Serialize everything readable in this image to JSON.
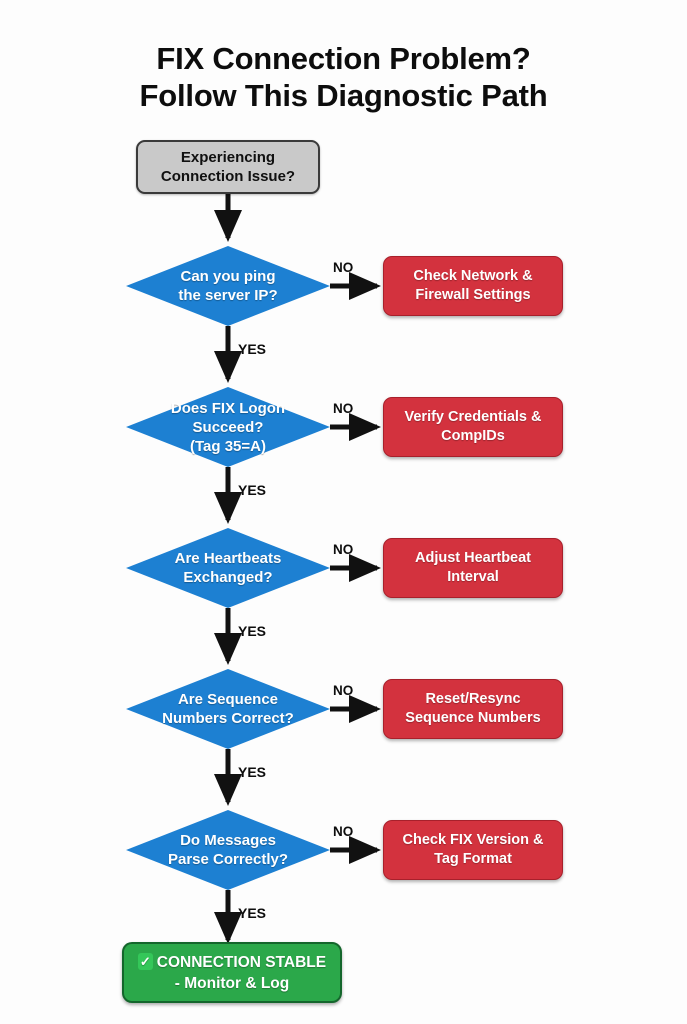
{
  "title": {
    "line1": "FIX Connection Problem?",
    "line2": "Follow This Diagnostic Path"
  },
  "flow": {
    "start": {
      "label": "Experiencing\nConnection Issue?",
      "line1": "Experiencing",
      "line2": "Connection Issue?",
      "shape": "rounded-rectangle",
      "color": "#c9c9c9"
    },
    "steps": [
      {
        "id": "ping",
        "question_line1": "Can you ping",
        "question_line2": "the server IP?",
        "question_line3": "",
        "no_label": "NO",
        "yes_label": "YES",
        "action_line1": "Check Network &",
        "action_line2": "Firewall Settings"
      },
      {
        "id": "logon",
        "question_line1": "Does FIX Logon",
        "question_line2": "Succeed?",
        "question_line3": "(Tag 35=A)",
        "no_label": "NO",
        "yes_label": "YES",
        "action_line1": "Verify Credentials &",
        "action_line2": "CompIDs"
      },
      {
        "id": "heartbeats",
        "question_line1": "Are Heartbeats",
        "question_line2": "Exchanged?",
        "question_line3": "",
        "no_label": "NO",
        "yes_label": "YES",
        "action_line1": "Adjust Heartbeat",
        "action_line2": "Interval"
      },
      {
        "id": "sequence",
        "question_line1": "Are Sequence",
        "question_line2": "Numbers Correct?",
        "question_line3": "",
        "no_label": "NO",
        "yes_label": "YES",
        "action_line1": "Reset/Resync",
        "action_line2": "Sequence Numbers"
      },
      {
        "id": "parse",
        "question_line1": "Do Messages",
        "question_line2": "Parse Correctly?",
        "question_line3": "",
        "no_label": "NO",
        "yes_label": "YES",
        "action_line1": "Check FIX Version &",
        "action_line2": "Tag Format"
      }
    ],
    "end": {
      "check_icon": "✓",
      "line1": "CONNECTION STABLE",
      "line2": "- Monitor & Log",
      "color": "#2ba84a"
    }
  },
  "colors": {
    "background": "#fdfdfd",
    "decision": "#1d80d2",
    "action": "#d3323e",
    "start": "#c9c9c9",
    "success": "#2ba84a",
    "connector": "#111111",
    "title_text": "#0d0d0d"
  }
}
